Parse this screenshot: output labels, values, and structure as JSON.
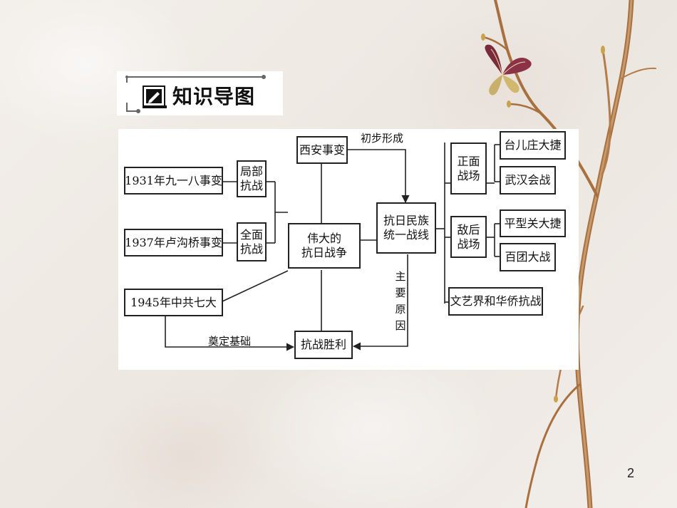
{
  "title": "知识导图",
  "nodes": {
    "n1931": "1931年九一八事变",
    "n1937": "1937年卢沟桥事变",
    "n1945": "1945年中共七大",
    "local_war_1": "局部",
    "local_war_2": "抗战",
    "full_war_1": "全面",
    "full_war_2": "抗战",
    "xian": "西安事变",
    "great_war_1": "伟大的",
    "great_war_2": "抗日战争",
    "victory": "抗战胜利",
    "united_front_1": "抗日民族",
    "united_front_2": "统一战线",
    "front_battle_1": "正面",
    "front_battle_2": "战场",
    "rear_battle_1": "敌后",
    "rear_battle_2": "战场",
    "taierzhuang": "台儿庄大捷",
    "wuhan": "武汉会战",
    "pingxingguan": "平型关大捷",
    "baituan": "百团大战",
    "arts_overseas": "文艺界和华侨抗战"
  },
  "labels": {
    "initial_formation": "初步形成",
    "main_reason": "主要原因",
    "foundation": "奠定基础"
  },
  "page_number": "2",
  "colors": {
    "background": "#f1ede8",
    "panel": "#ffffff",
    "line": "#222222",
    "branch": "#b07a4f",
    "butterfly": "#7a2a3a"
  }
}
